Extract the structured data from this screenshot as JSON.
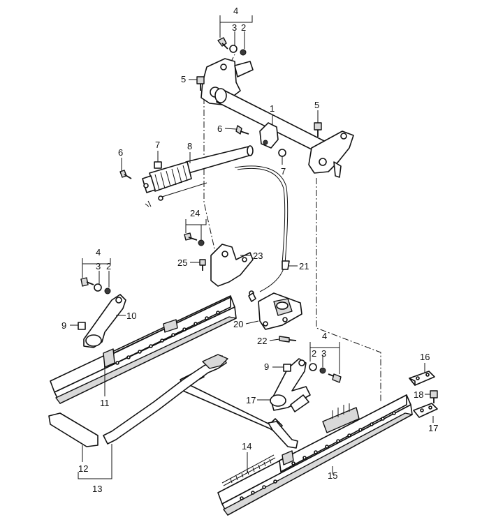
{
  "callouts": {
    "c1": "1",
    "c2a": "2",
    "c2b": "2",
    "c2c": "2",
    "c3a": "3",
    "c3b": "3",
    "c3c": "3",
    "c4a": "4",
    "c4b": "4",
    "c4c": "4",
    "c5a": "5",
    "c5b": "5",
    "c6a": "6",
    "c6b": "6",
    "c7a": "7",
    "c7b": "7",
    "c8": "8",
    "c9a": "9",
    "c9b": "9",
    "c10": "10",
    "c11": "11",
    "c12": "12",
    "c13": "13",
    "c14": "14",
    "c15": "15",
    "c16": "16",
    "c17a": "17",
    "c17b": "17",
    "c18": "18",
    "c20": "20",
    "c21": "21",
    "c22": "22",
    "c23": "23",
    "c24": "24",
    "c25": "25"
  }
}
